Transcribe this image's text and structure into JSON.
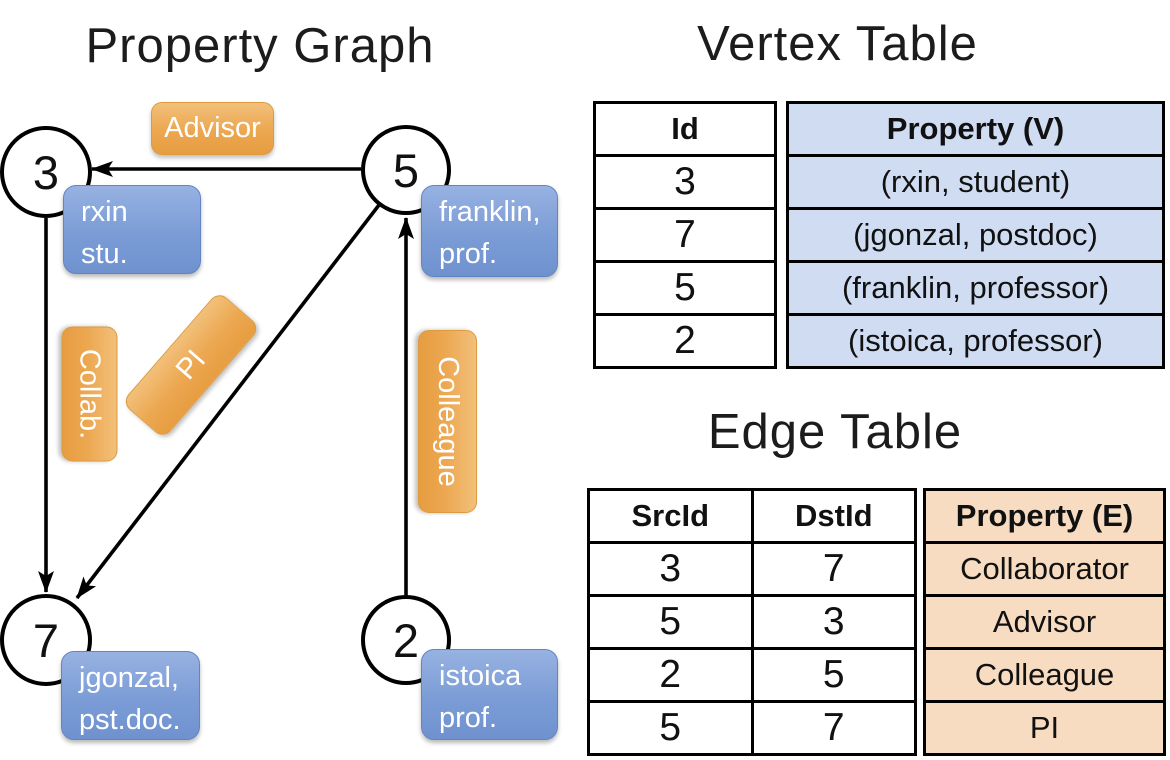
{
  "graph": {
    "title": "Property Graph",
    "nodes": [
      {
        "id": "3",
        "line1": "rxin",
        "line2": "stu."
      },
      {
        "id": "5",
        "line1": "franklin,",
        "line2": "prof."
      },
      {
        "id": "7",
        "line1": "jgonzal,",
        "line2": "pst.doc."
      },
      {
        "id": "2",
        "line1": "istoica",
        "line2": "prof."
      }
    ],
    "edges": [
      {
        "label": "Advisor",
        "from": "5",
        "to": "3"
      },
      {
        "label": "Collab.",
        "from": "3",
        "to": "7"
      },
      {
        "label": "PI",
        "from": "5",
        "to": "7"
      },
      {
        "label": "Colleague",
        "from": "2",
        "to": "5"
      }
    ]
  },
  "vertex_table": {
    "title": "Vertex Table",
    "headers": {
      "id": "Id",
      "property": "Property (V)"
    },
    "rows": [
      {
        "id": "3",
        "property": "(rxin, student)"
      },
      {
        "id": "7",
        "property": "(jgonzal, postdoc)"
      },
      {
        "id": "5",
        "property": "(franklin, professor)"
      },
      {
        "id": "2",
        "property": "(istoica, professor)"
      }
    ]
  },
  "edge_table": {
    "title": "Edge Table",
    "headers": {
      "src": "SrcId",
      "dst": "DstId",
      "property": "Property (E)"
    },
    "rows": [
      {
        "src": "3",
        "dst": "7",
        "property": "Collaborator"
      },
      {
        "src": "5",
        "dst": "3",
        "property": "Advisor"
      },
      {
        "src": "2",
        "dst": "5",
        "property": "Colleague"
      },
      {
        "src": "5",
        "dst": "7",
        "property": "PI"
      }
    ]
  },
  "colors": {
    "vertex_property_fill": "#cfdcf2",
    "edge_property_fill": "#f8dcc1",
    "node_box_blue": "#7b9cd6",
    "edge_label_orange": "#eca750",
    "line_black": "#000000"
  }
}
